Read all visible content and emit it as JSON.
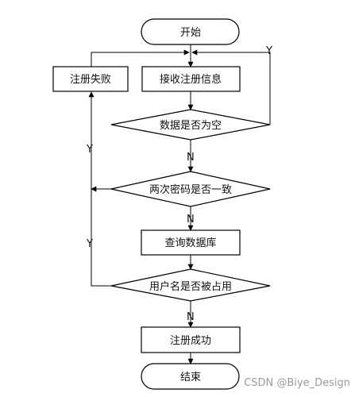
{
  "nodes": {
    "start": "开始",
    "receive_info": "接收注册信息",
    "register_fail": "注册失败",
    "data_empty": "数据是否为空",
    "password_match": "两次密码是否一致",
    "query_db": "查询数据库",
    "username_taken": "用户名是否被占用",
    "register_success": "注册成功",
    "end": "结束"
  },
  "edge_labels": {
    "empty_yes": "Y",
    "empty_no": "N",
    "password_yes": "Y",
    "password_no": "N",
    "taken_yes": "Y",
    "taken_no": "N"
  },
  "watermark": "CSDN @Biye_Design"
}
